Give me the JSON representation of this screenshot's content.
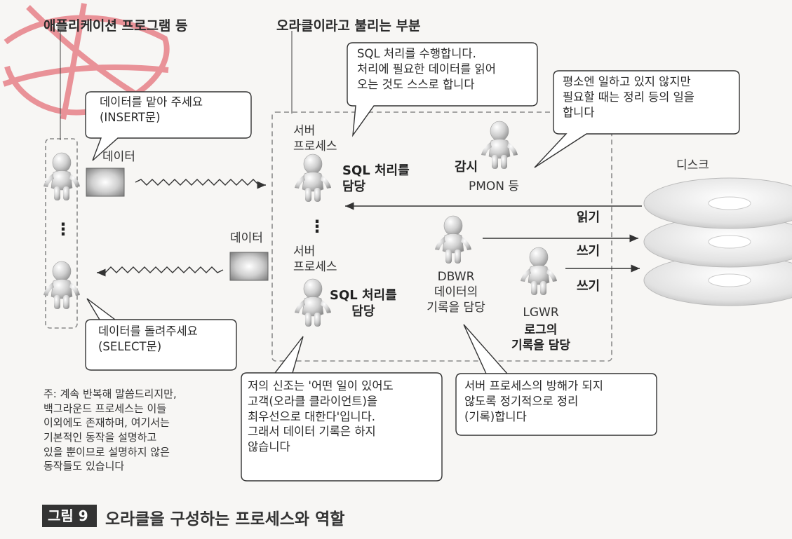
{
  "headers": {
    "app_programs": "애플리케이션 프로그램 등",
    "oracle_part": "오라클이라고 불리는 부분"
  },
  "callouts": {
    "insert_request": "데이터를 맡아 주세요\n(INSERT문)",
    "select_request": "데이터를 돌려주세요\n(SELECT문)",
    "server_process": "SQL 처리를 수행합니다.\n처리에 필요한 데이터를 읽어\n오는 것도 스스로 합니다",
    "pmon": "평소엔 일하고 있지 않지만\n필요할 때는 정리 등의 일을\n합니다",
    "priority": "저의 신조는 '어떤 일이 있어도\n고객(오라클 클라이언트)을\n최우선으로 대한다'입니다.\n그래서 데이터 기록은 하지\n않습니다",
    "dbwr": "서버 프로세스의 방해가 되지\n않도록 정기적으로 정리\n(기록)합니다"
  },
  "labels": {
    "data_top": "데이터",
    "data_bottom": "데이터",
    "client_dots": "⋮",
    "server_dots": "⋮",
    "server_process_top": "서버\n프로세스",
    "sql_top": "SQL 처리를\n담당",
    "server_process_bottom": "서버\n프로세스",
    "sql_bottom": "SQL 처리를\n담당",
    "monitor": "감시",
    "pmon": "PMON 등",
    "dbwr": "DBWR\n데이터의\n기록을 담당",
    "lgwr_name": "LGWR",
    "lgwr_role": "로그의\n기록을 담당",
    "disk": "디스크",
    "read": "읽기",
    "write1": "쓰기",
    "write2": "쓰기"
  },
  "note": "주: 계속 반복해 말씀드리지만,\n백그라운드 프로세스는 이들\n이외에도 존재하며, 여기서는\n기본적인 동작을 설명하고\n있을 뿐이므로 설명하지 않은\n동작들도 있습니다",
  "note_prefix": "주:",
  "figure": {
    "badge": "그림 9",
    "title": "오라클을 구성하는 프로세스와 역할"
  },
  "colors": {
    "stamp": "#e8888f",
    "figure_fill": "#bdbdbd",
    "figure_highlight": "#ffffff",
    "data_box": "#8a8a8a",
    "border": "#555555"
  },
  "icons": [
    "stamp-icon",
    "person-icon",
    "data-block-icon",
    "disk-icon",
    "arrow-icon"
  ]
}
